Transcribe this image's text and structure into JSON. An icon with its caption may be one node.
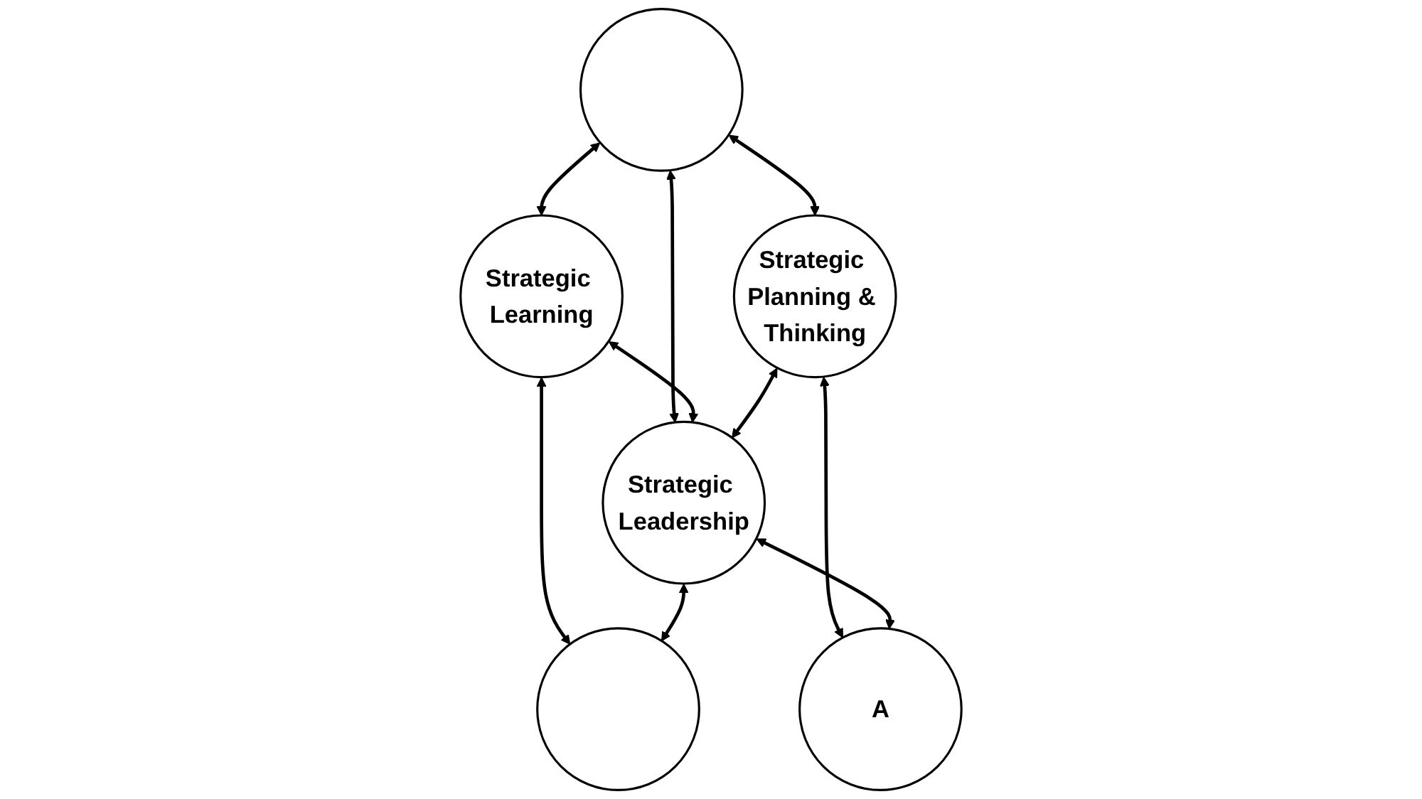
{
  "diagram": {
    "nodes": [
      {
        "text": [],
        "shape": "circle"
      },
      {
        "text": [
          "Strategic Learning"
        ]
      },
      {
        "text": [
          "Strategic Planning & Thinking"
        ]
      },
      {
        "text": [
          "Strategic Leadership"
        ]
      },
      {
        "text": [],
        "shape": "circle"
      },
      {
        "text": [
          "A"
        ]
      }
    ],
    "edges": [
      {
        "from": 0,
        "to": 1,
        "arrow": "both"
      },
      {
        "from": 0,
        "to": 2,
        "arrow": "both"
      },
      {
        "from": 0,
        "to": 3,
        "arrow": "both"
      },
      {
        "from": 1,
        "to": 3,
        "arrow": "both"
      },
      {
        "from": 2,
        "to": 3,
        "arrow": "both"
      },
      {
        "from": 1,
        "to": 4,
        "arrow": "both"
      },
      {
        "from": 2,
        "to": 5,
        "arrow": "both"
      },
      {
        "from": 3,
        "to": 4,
        "arrow": "both"
      },
      {
        "from": 3,
        "to": 5,
        "arrow": "both"
      }
    ]
  }
}
